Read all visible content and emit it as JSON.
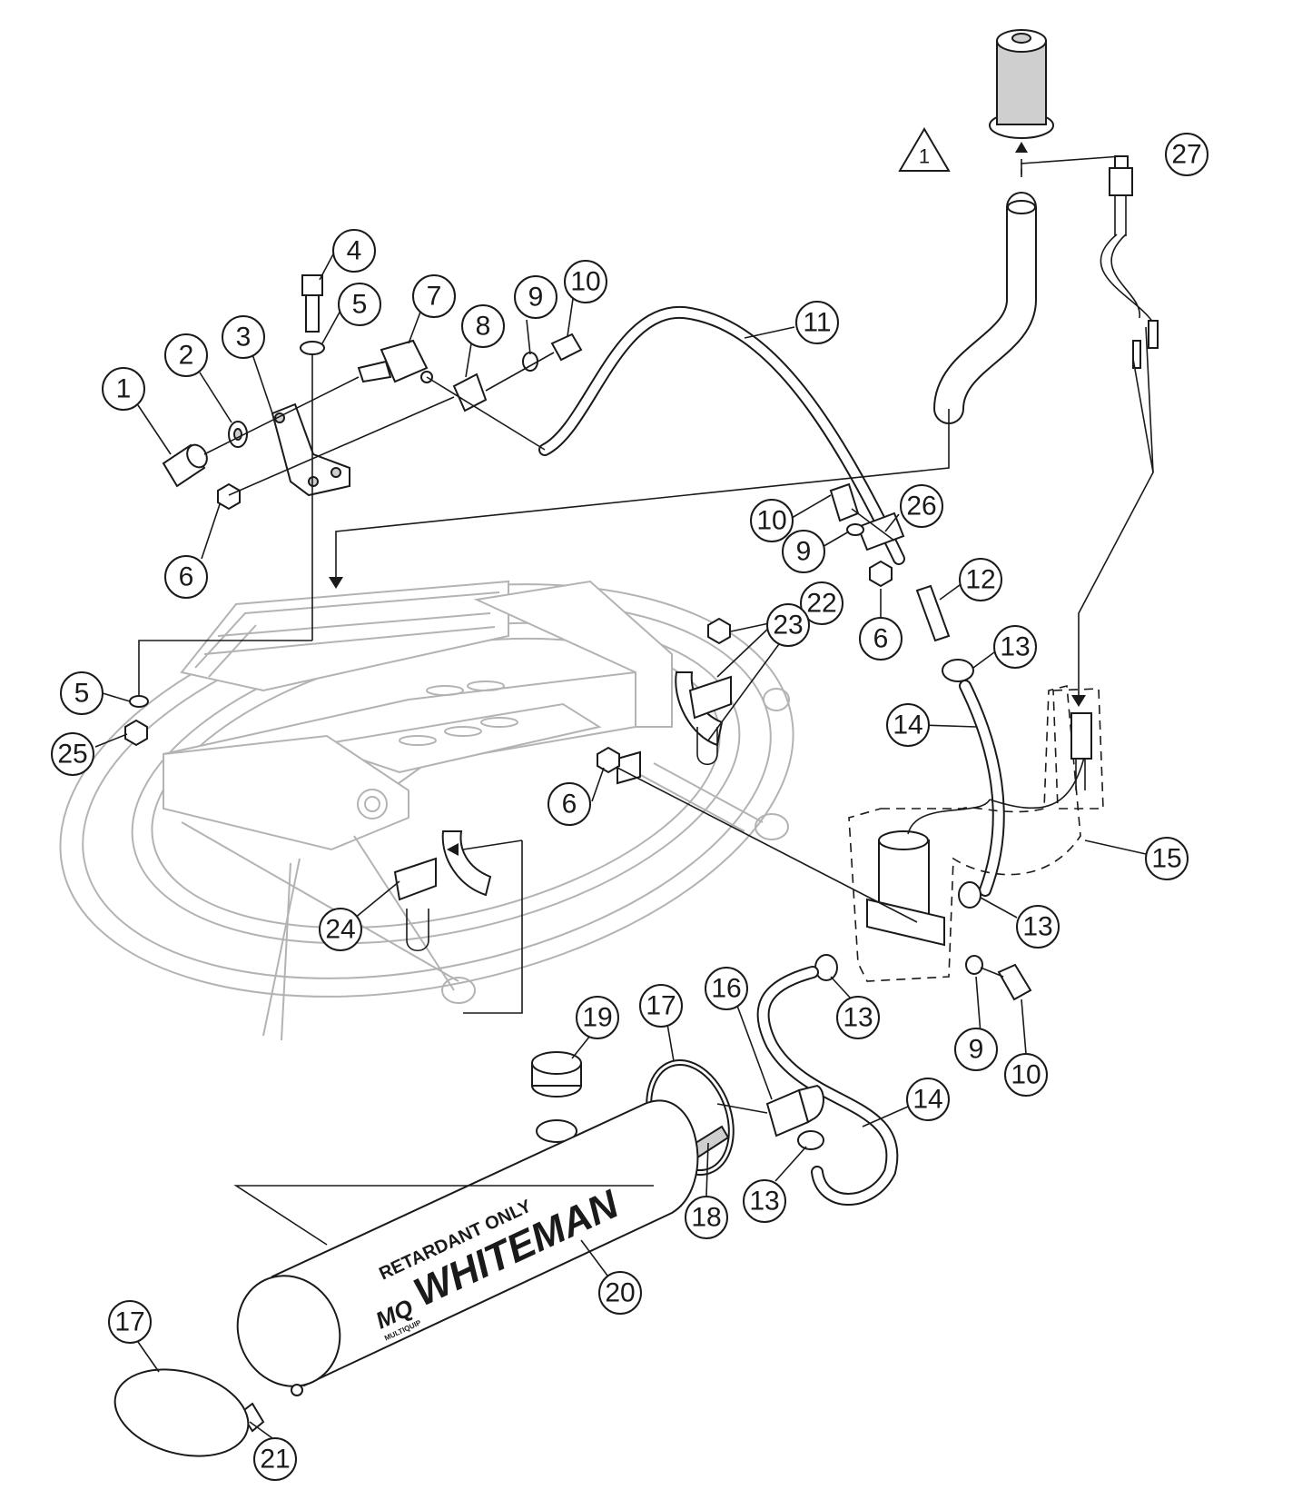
{
  "diagram": {
    "warning_symbol_text": "1",
    "tank_labels": {
      "retardant": "RETARDANT ONLY",
      "brand": "WHITEMAN",
      "logo": "MQ",
      "logo_sub": "MULTIQUIP"
    },
    "callouts": [
      "1",
      "2",
      "3",
      "4",
      "5",
      "5",
      "6",
      "6",
      "6",
      "7",
      "8",
      "9",
      "9",
      "9",
      "10",
      "10",
      "10",
      "11",
      "12",
      "13",
      "13",
      "13",
      "13",
      "14",
      "14",
      "15",
      "16",
      "17",
      "17",
      "18",
      "19",
      "20",
      "21",
      "22",
      "23",
      "24",
      "25",
      "26",
      "27"
    ]
  }
}
